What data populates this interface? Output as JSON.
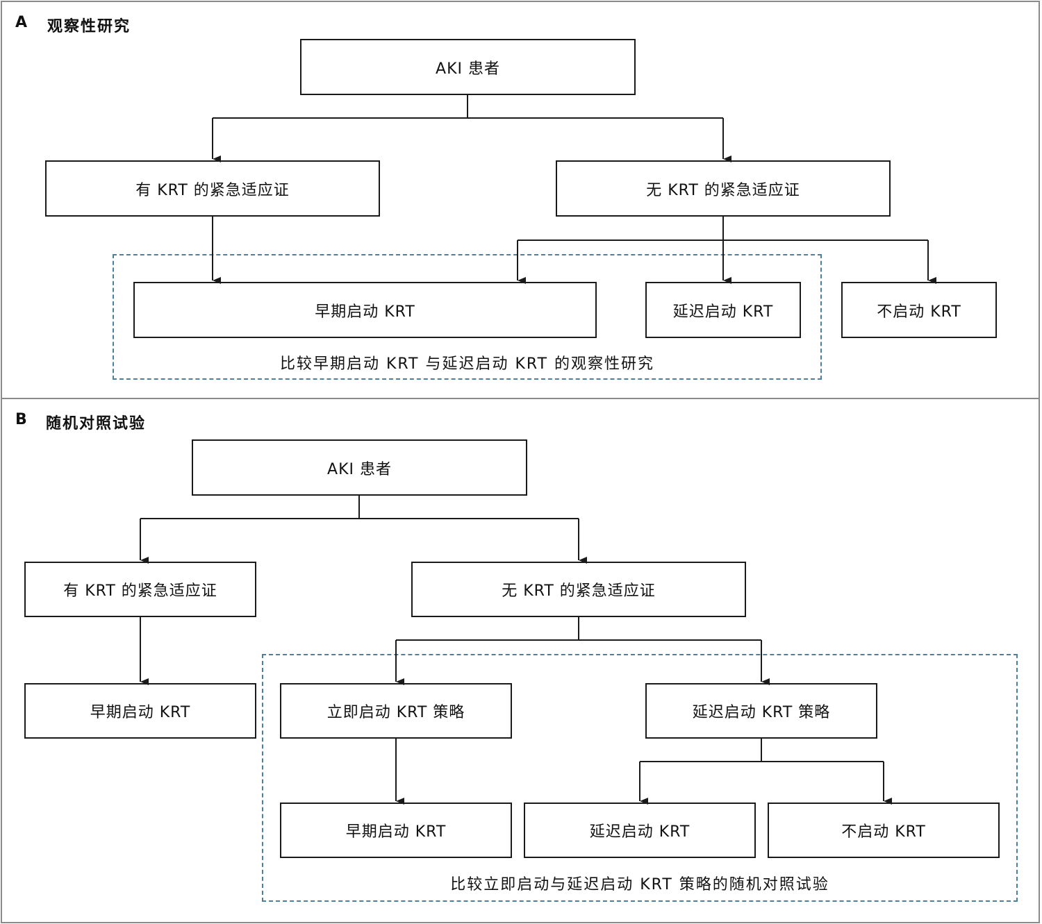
{
  "panel_a": {
    "label": "A",
    "title": "观察性研究",
    "root": "AKI 患者",
    "left": "有 KRT 的紧急适应证",
    "right": "无 KRT 的紧急适应证",
    "early": "早期启动 KRT",
    "delayed": "延迟启动 KRT",
    "none": "不启动 KRT",
    "caption": "比较早期启动 KRT 与延迟启动 KRT 的观察性研究"
  },
  "panel_b": {
    "label": "B",
    "title": "随机对照试验",
    "root": "AKI 患者",
    "left": "有 KRT 的紧急适应证",
    "right": "无 KRT 的紧急适应证",
    "left_child": "早期启动 KRT",
    "immediate_strategy": "立即启动 KRT 策略",
    "delayed_strategy": "延迟启动 KRT 策略",
    "early": "早期启动 KRT",
    "delayed": "延迟启动 KRT",
    "none": "不启动 KRT",
    "caption": "比较立即启动与延迟启动 KRT 策略的随机对照试验"
  }
}
